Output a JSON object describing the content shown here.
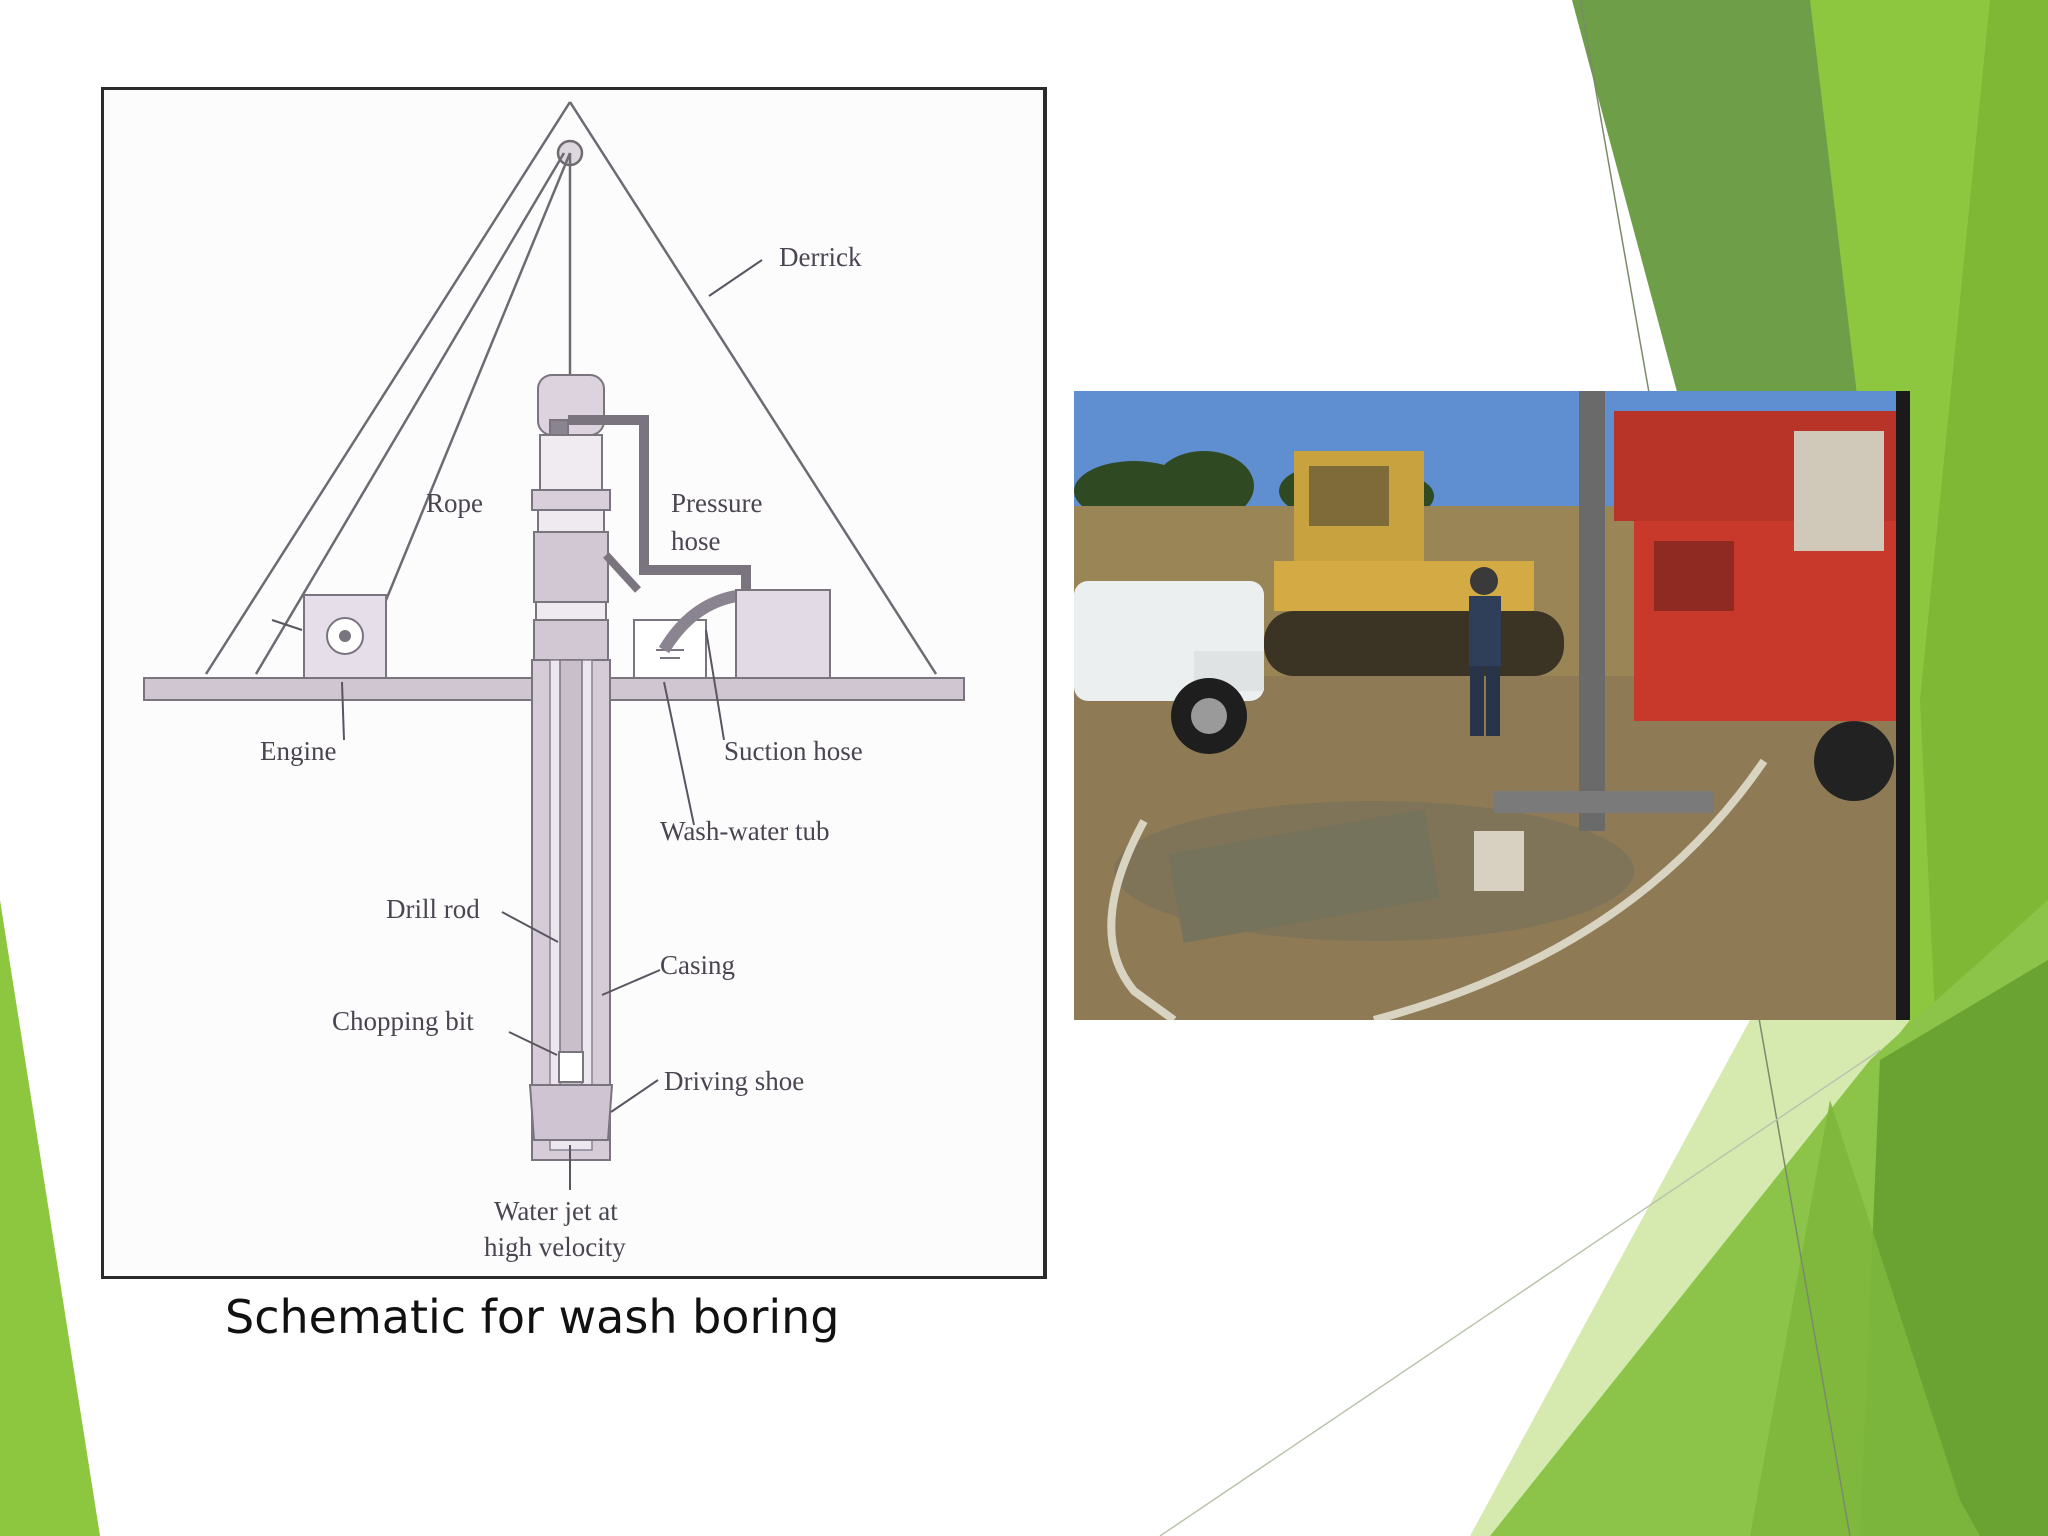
{
  "slide": {
    "caption": "Schematic for wash boring",
    "accent_colors": [
      "#8dc63f",
      "#6ea23a",
      "#a8d36a",
      "#5f8f2a",
      "#d2e7ad"
    ]
  },
  "schematic": {
    "labels": {
      "derrick": "Derrick",
      "rope": "Rope",
      "pressure_hose_line1": "Pressure",
      "pressure_hose_line2": "hose",
      "engine": "Engine",
      "suction_hose": "Suction hose",
      "wash_water_tub": "Wash-water tub",
      "drill_rod": "Drill rod",
      "casing": "Casing",
      "chopping_bit": "Chopping bit",
      "driving_shoe": "Driving shoe",
      "water_jet_line1": "Water jet at",
      "water_jet_line2": "high velocity"
    }
  },
  "photo": {
    "subject": "wash boring rig on site"
  }
}
